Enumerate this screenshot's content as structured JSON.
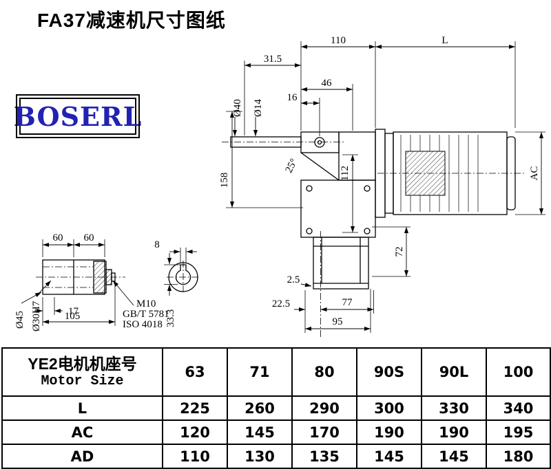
{
  "page": {
    "title": "FA37减速机尺寸图纸"
  },
  "logo": {
    "text": "BOSERL"
  },
  "colors": {
    "logo_text": "#2222b2",
    "line": "#000000",
    "background": "#ffffff"
  },
  "main_view": {
    "dim_110": "110",
    "dim_L": "L",
    "dim_31_5": "31.5",
    "dim_46": "46",
    "dim_16": "16",
    "dim_dia40": "Ø40",
    "dim_dia14": "Ø14",
    "dim_angle": "25°",
    "dim_158": "158",
    "dim_112": "112",
    "dim_AC": "AC",
    "dim_72": "72",
    "dim_2_5": "2.5",
    "dim_22_5": "22.5",
    "dim_77": "77",
    "dim_95": "95"
  },
  "shaft_view": {
    "dim_60_left": "60",
    "dim_60_right": "60",
    "dim_8": "8",
    "dim_dia45": "Ø45",
    "dim_dia30": "Ø30H7",
    "dim_17": "17",
    "dim_105": "105",
    "dim_33_3": "33.3",
    "note_m10": "M10",
    "note_gbt": "GB/T 5781",
    "note_iso": "ISO 4018"
  },
  "table": {
    "header": {
      "cn": "YE2电机机座号",
      "en": "Motor Size"
    },
    "motor_sizes": [
      "63",
      "71",
      "80",
      "90S",
      "90L",
      "100"
    ],
    "rows": [
      {
        "label": "L",
        "values": [
          "225",
          "260",
          "290",
          "300",
          "330",
          "340"
        ]
      },
      {
        "label": "AC",
        "values": [
          "120",
          "145",
          "170",
          "190",
          "190",
          "195"
        ]
      },
      {
        "label": "AD",
        "values": [
          "110",
          "130",
          "135",
          "145",
          "145",
          "180"
        ]
      }
    ]
  }
}
